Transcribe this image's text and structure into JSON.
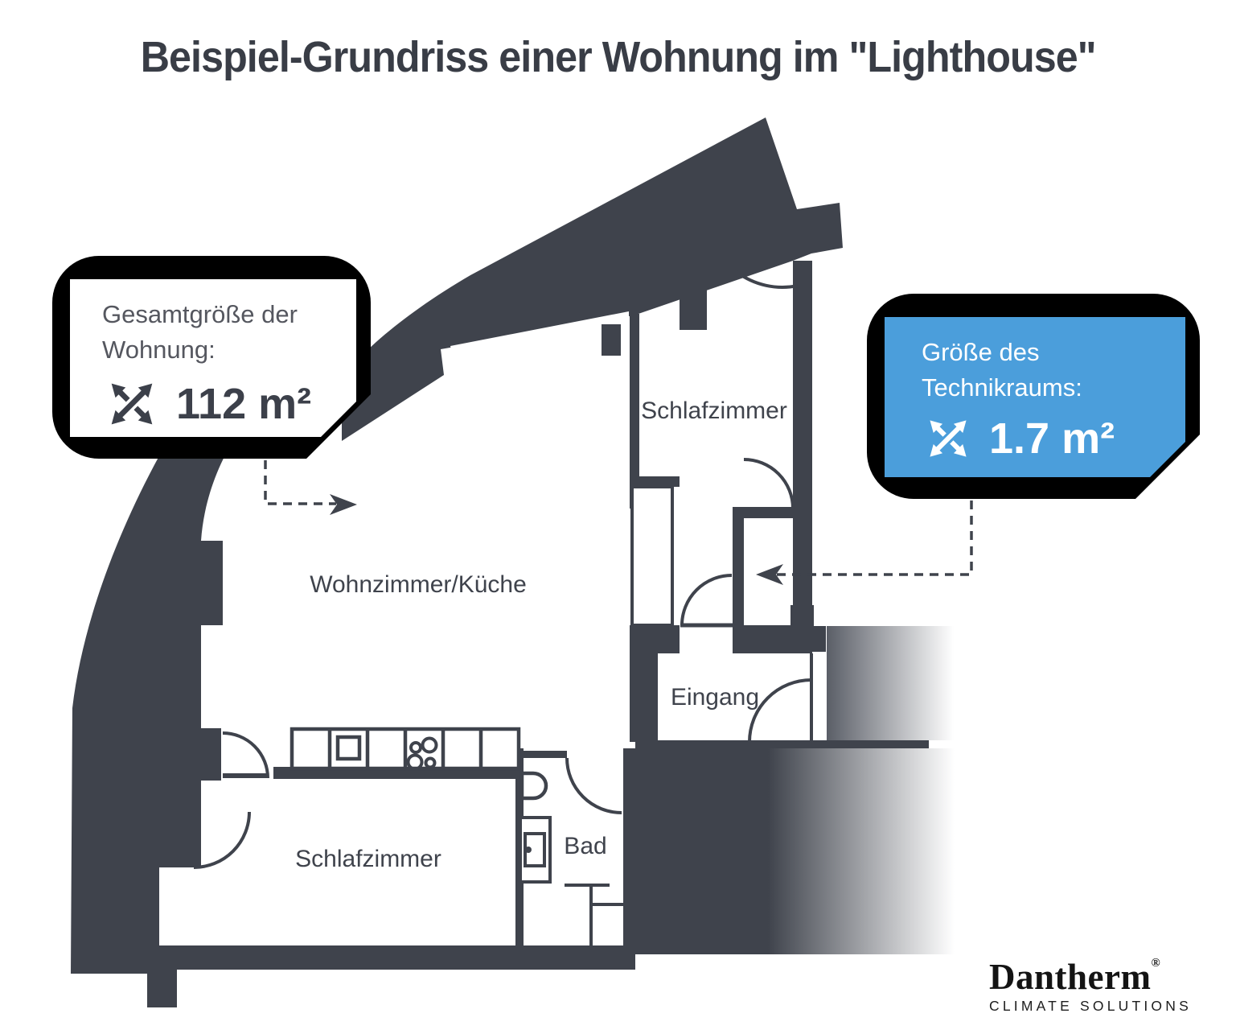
{
  "title": "Beispiel-Grundriss einer Wohnung im \"Lighthouse\"",
  "callouts": {
    "apartment": {
      "label_line1": "Gesamtgröße der",
      "label_line2": "Wohnung:",
      "value": "112 m²",
      "icon": "expand-arrows-icon"
    },
    "tech_room": {
      "label_line1": "Größe des",
      "label_line2": "Technikraums:",
      "value": "1.7 m²",
      "icon": "expand-arrows-icon"
    }
  },
  "rooms": [
    {
      "id": "schlafzimmer-top",
      "label": "Schlafzimmer"
    },
    {
      "id": "wohnzimmer-kueche",
      "label": "Wohnzimmer/Küche"
    },
    {
      "id": "eingang",
      "label": "Eingang"
    },
    {
      "id": "bad",
      "label": "Bad"
    },
    {
      "id": "schlafzimmer-bottom",
      "label": "Schlafzimmer"
    }
  ],
  "logo": {
    "brand": "Dantherm",
    "registered_mark": "®",
    "subtitle": "CLIMATE SOLUTIONS"
  },
  "colors": {
    "wall": "#3f434c",
    "accent_blue": "#4b9edb",
    "callout_border": "#000000",
    "text_gray": "#55575f"
  }
}
